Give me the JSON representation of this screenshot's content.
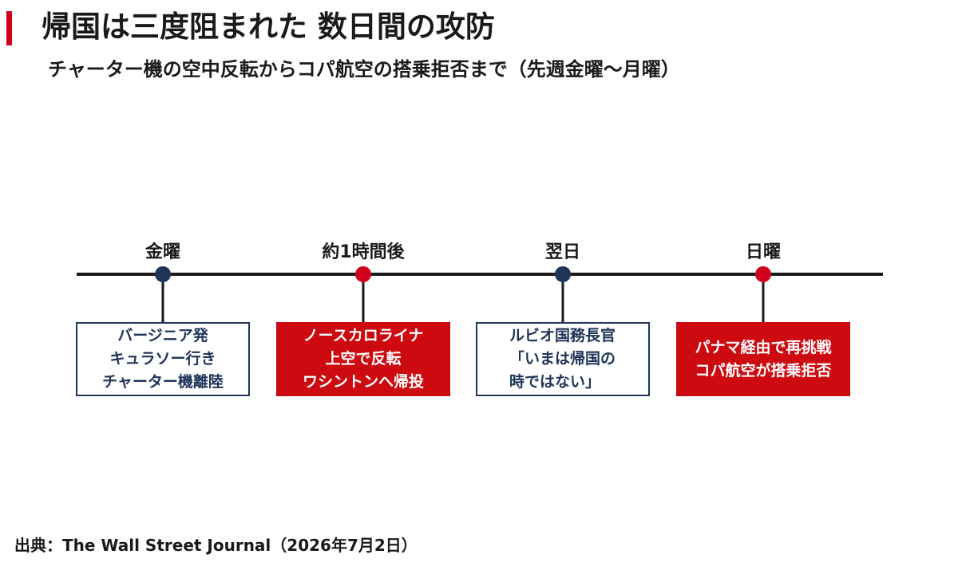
{
  "title": "帰国は三度阻まれた 数日間の攻防",
  "subtitle": "チャーター機の空中反転からコパ航空の搭乗拒否まで（先週金曜〜月曜）",
  "colors": {
    "accent": "#d0021b",
    "navy": "#1f3459",
    "red_box": "#cc0a0f"
  },
  "timeline": [
    {
      "label": "金曜",
      "marker": "navy",
      "box_style": "outline",
      "lines": [
        "バージニア発",
        "キュラソー行き",
        "チャーター機離陸"
      ]
    },
    {
      "label": "約1時間後",
      "marker": "red",
      "box_style": "filled",
      "lines": [
        "ノースカロライナ",
        "上空で反転",
        "ワシントンへ帰投"
      ]
    },
    {
      "label": "翌日",
      "marker": "navy",
      "box_style": "outline",
      "lines": [
        "ルビオ国務長官",
        "「いまは帰国の",
        "時ではない」"
      ]
    },
    {
      "label": "日曜",
      "marker": "red",
      "box_style": "filled",
      "lines": [
        "パナマ経由で再挑戦",
        "コパ航空が搭乗拒否"
      ]
    }
  ],
  "source": "出典：The Wall Street Journal（2026年7月2日）"
}
